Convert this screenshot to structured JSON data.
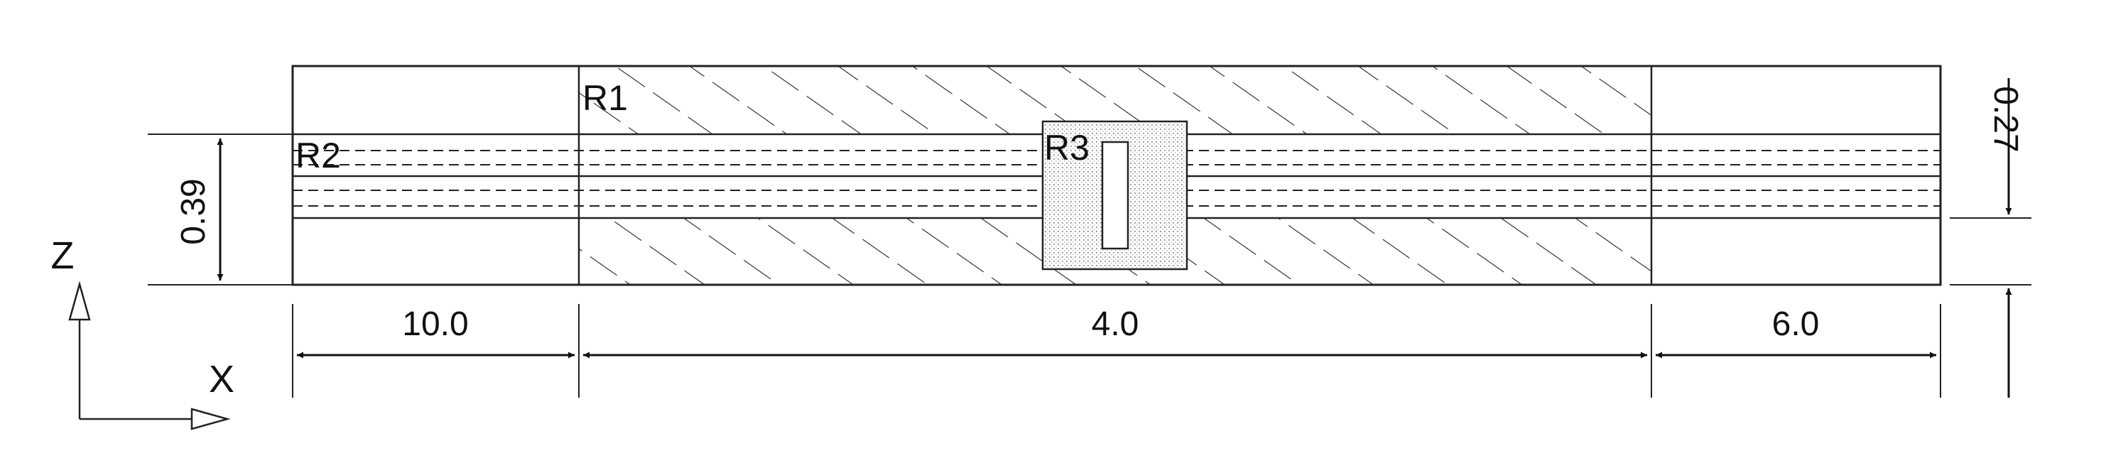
{
  "regions": {
    "r1": "R1",
    "r2": "R2",
    "r3": "R3"
  },
  "dimensions": {
    "height_left": "0.39",
    "height_right": "0.27",
    "length_left": "10.0",
    "length_middle": "4.0",
    "length_right": "6.0"
  },
  "axes": {
    "vertical": "Z",
    "horizontal": "X"
  },
  "colors": {
    "line": "#222222",
    "stipple": "#9a9a9a"
  }
}
